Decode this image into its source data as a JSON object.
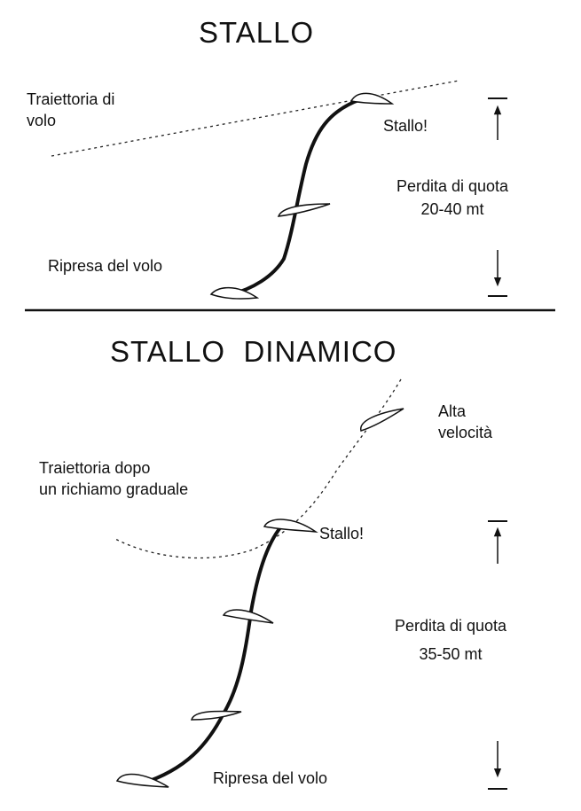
{
  "colors": {
    "ink": "#111111",
    "background": "#ffffff"
  },
  "top": {
    "title": "STALLO",
    "trajectory_label": [
      "Traiettoria di",
      "volo"
    ],
    "stall_label": "Stallo!",
    "altitude_loss_label": [
      "Perdita di quota",
      "20-40 mt"
    ],
    "recovery_label": "Ripresa del volo"
  },
  "bottom": {
    "title": "STALLO  DINAMICO",
    "high_speed_label": [
      "Alta",
      "velocità"
    ],
    "trajectory_label": [
      "Traiettoria dopo",
      "un richiamo graduale"
    ],
    "stall_label": "Stallo!",
    "altitude_loss_label": [
      "Perdita di quota",
      "35-50 mt"
    ],
    "recovery_label": "Ripresa del volo"
  }
}
